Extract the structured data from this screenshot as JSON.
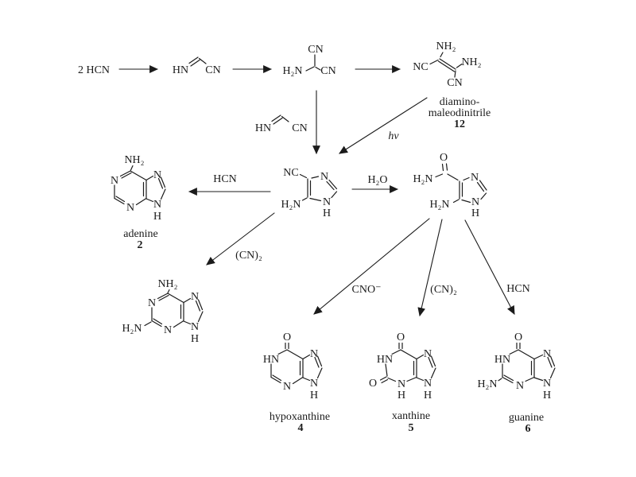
{
  "colors": {
    "background": "#ffffff",
    "ink": "#1b1b1b"
  },
  "scheme": {
    "start": "2 HCN",
    "reagents": {
      "hv": "hν",
      "hcn_left": "HCN",
      "h2o": "H₂O",
      "cn2_left": "(CN)₂",
      "cno": "CNO⁻",
      "cn2_mid": "(CN)₂",
      "hcn_right": "HCN"
    },
    "molecules": {
      "iminoacetonitrile_top": {
        "hn": "HN",
        "cn": "CN"
      },
      "aminomalononitrile": {
        "cn_top": "CN",
        "h2n": "H₂N",
        "cn_right": "CN"
      },
      "diaminomaleodinitrile": {
        "nh2_top": "NH₂",
        "nc": "NC",
        "nh2_right": "NH₂",
        "cn_bottom": "CN",
        "caption_line1": "diamino-",
        "caption_line2": "maleodinitrile",
        "number": "12"
      },
      "iminoacetonitrile_mid": {
        "hn": "HN",
        "cn": "CN"
      },
      "aminoimidazole_carbonitrile": {
        "nc": "NC",
        "n_ring_top": "N",
        "h2n": "H₂N",
        "n_ring_bottom": "N",
        "h": "H"
      },
      "aminoimidazole_carboxamide": {
        "o": "O",
        "h2n_amide": "H₂N",
        "n_ring_top": "N",
        "h2n": "H₂N",
        "n_ring_bottom": "N",
        "h": "H"
      },
      "adenine": {
        "nh2": "NH₂",
        "n1": "N",
        "n3": "N",
        "n7": "N",
        "n9": "N",
        "h9": "H",
        "caption": "adenine",
        "number": "2"
      },
      "diaminopurine": {
        "nh2": "NH₂",
        "n1": "N",
        "h2n": "H₂N",
        "n3": "N",
        "n7": "N",
        "n9": "N",
        "h9": "H"
      },
      "hypoxanthine": {
        "o6": "O",
        "n1": "HN",
        "n3": "N",
        "n7": "N",
        "n9": "N",
        "h9": "H",
        "caption": "hypoxanthine",
        "number": "4"
      },
      "xanthine": {
        "o6": "O",
        "n1": "HN",
        "o2": "O",
        "n3": "N",
        "h3": "H",
        "n7": "N",
        "n9": "N",
        "h9": "H",
        "caption": "xanthine",
        "number": "5"
      },
      "guanine": {
        "o6": "O",
        "n1": "HN",
        "h2n": "H₂N",
        "n3": "N",
        "n7": "N",
        "n9": "N",
        "h9": "H",
        "caption": "guanine",
        "number": "6"
      }
    }
  }
}
